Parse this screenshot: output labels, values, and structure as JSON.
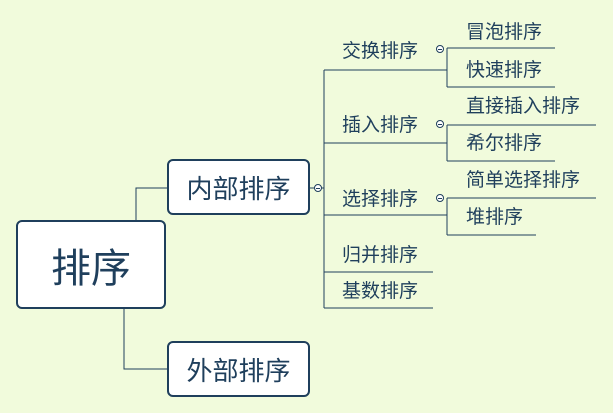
{
  "root": {
    "label": "排序"
  },
  "branches": [
    {
      "label": "内部排序",
      "children": [
        {
          "label": "交换排序",
          "children": [
            {
              "label": "冒泡排序"
            },
            {
              "label": "快速排序"
            }
          ]
        },
        {
          "label": "插入排序",
          "children": [
            {
              "label": "直接插入排序"
            },
            {
              "label": "希尔排序"
            }
          ]
        },
        {
          "label": "选择排序",
          "children": [
            {
              "label": "简单选择排序"
            },
            {
              "label": "堆排序"
            }
          ]
        },
        {
          "label": "归并排序"
        },
        {
          "label": "基数排序"
        }
      ]
    },
    {
      "label": "外部排序"
    }
  ],
  "colors": {
    "background": "#f1fbdc",
    "line": "#1f3f5c",
    "node_fill": "#ffffff"
  }
}
